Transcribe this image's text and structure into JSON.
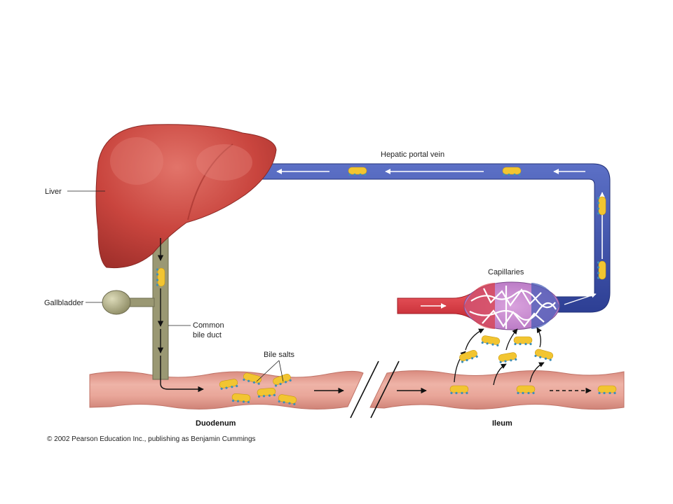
{
  "labels": {
    "liver": "Liver",
    "gallbladder": "Gallbladder",
    "common_bile_duct_line1": "Common",
    "common_bile_duct_line2": "bile duct",
    "bile_salts": "Bile salts",
    "hepatic_portal_vein": "Hepatic portal vein",
    "capillaries": "Capillaries",
    "duodenum": "Duodenum",
    "ileum": "Ileum"
  },
  "copyright": "© 2002 Pearson Education Inc., publishing as Benjamin Cummings",
  "colors": {
    "liver": "#c9453e",
    "liver_dark": "#9e2e2a",
    "vein": "#3a4fa8",
    "vein_light": "#7f93d6",
    "artery": "#d8323a",
    "capillary_bed": "#c98bd0",
    "intestine": "#e8a79a",
    "intestine_dark": "#c97d72",
    "bile_duct": "#9a9873",
    "gallbladder": "#b9b792",
    "bile_salt": "#f2c531",
    "bile_salt_dot": "#3f8fb8"
  }
}
